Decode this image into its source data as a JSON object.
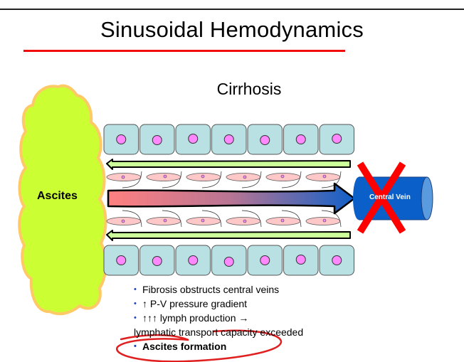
{
  "slide": {
    "title": "Sinusoidal Hemodynamics",
    "subtitle": "Cirrhosis"
  },
  "diagram": {
    "ascites_label": "Ascites",
    "central_vein_label": "Central Vein",
    "central_vein_blocked": true,
    "hepatocytes_top_count": 7,
    "hepatocytes_bottom_count": 7,
    "endothelial_cells_per_row": 6,
    "colors": {
      "ascites_fill": "#ccff33",
      "ascites_outline": "#ffcc66",
      "hepatocyte_fill": "#b9e0e3",
      "nucleus_fill": "#ff88ff",
      "lymph_arrow_fill": "#ccff99",
      "flow_arrow_start": "#ff8080",
      "flow_arrow_end": "#1060c8",
      "endothelial_fill": "#ffc8c8",
      "vein_fill": "#0a60c8",
      "x_mark": "#ff0000",
      "annotation_circle": "#e02020"
    }
  },
  "bullets": [
    {
      "text": "Fibrosis obstructs central veins",
      "bold": false
    },
    {
      "text": "↑ P-V pressure gradient",
      "bold": false
    },
    {
      "text": "↑↑↑ lymph production →",
      "bold": false,
      "continuation": "lymphatic transport capacity exceeded"
    },
    {
      "text": "Ascites formation",
      "bold": true
    }
  ],
  "bullet_marker": "•"
}
